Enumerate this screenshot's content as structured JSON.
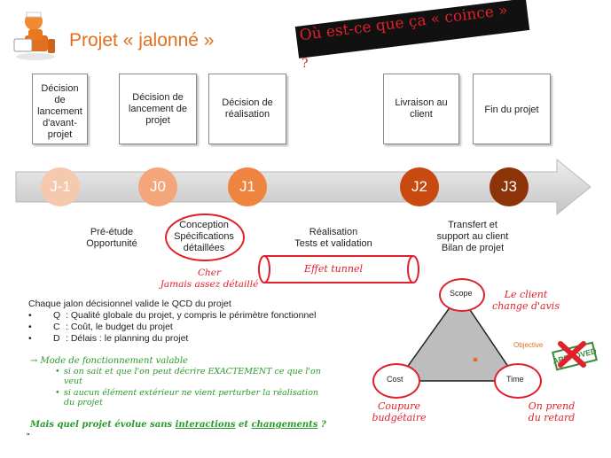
{
  "header": {
    "title": "Projet « jalonné »"
  },
  "banner": {
    "text": "Où est-ce que ça « coince »",
    "question_mark": "?"
  },
  "decisions": [
    {
      "label": "Décision de lancement d'avant-projet"
    },
    {
      "label": "Décision de lancement de projet"
    },
    {
      "label": "Décision de réalisation"
    },
    {
      "label": "Livraison au client"
    },
    {
      "label": "Fin du projet"
    }
  ],
  "milestones": [
    {
      "label": "J-1",
      "color": "#f5c9ad"
    },
    {
      "label": "J0",
      "color": "#f4a57a"
    },
    {
      "label": "J1",
      "color": "#ee8440"
    },
    {
      "label": "J2",
      "color": "#c84a10"
    },
    {
      "label": "J3",
      "color": "#8c3408"
    }
  ],
  "phases": {
    "p1": "Pré-étude\nOpportunité",
    "p2": "Conception\nSpécifications\ndétaillées",
    "p3": "Réalisation\nTests et validation",
    "p4": "Transfert et\nsupport au client\nBilan de projet"
  },
  "notes": {
    "cher": "Cher\nJamais assez détaillé",
    "tunnel": "Effet tunnel",
    "client": "Le client\nchange d'avis",
    "coupure": "Coupure\nbudgétaire",
    "retard": "On prend\ndu retard"
  },
  "qcd": {
    "intro": "Chaque jalon décisionnel valide le QCD du projet",
    "items": [
      {
        "key": "Q",
        "text": ": Qualité globale du projet, y compris le périmètre fonctionnel"
      },
      {
        "key": "C",
        "text": ": Coût, le budget du projet"
      },
      {
        "key": "D",
        "text": ": Délais : le planning du projet"
      }
    ]
  },
  "mode": {
    "heading": "→ Mode de fonctionnement valable",
    "items": [
      "si on sait et que l'on peut décrire EXACTEMENT ce que l'on veut",
      "si aucun élément extérieur ne vient perturber la réalisation du projet"
    ],
    "question": "Mais quel projet évolue sans interactions et changements ?",
    "underlined": [
      "interactions",
      "changements"
    ]
  },
  "triangle": {
    "scope": "Scope",
    "cost": "Cost",
    "time": "Time",
    "objective": "Objective",
    "stamp": "APPROVED"
  },
  "footer": {
    "mark": "\""
  },
  "colors": {
    "title": "#e07020",
    "annotation": "#e0202a",
    "note": "#2a9a2a",
    "arrow": "#d2d2d2"
  }
}
